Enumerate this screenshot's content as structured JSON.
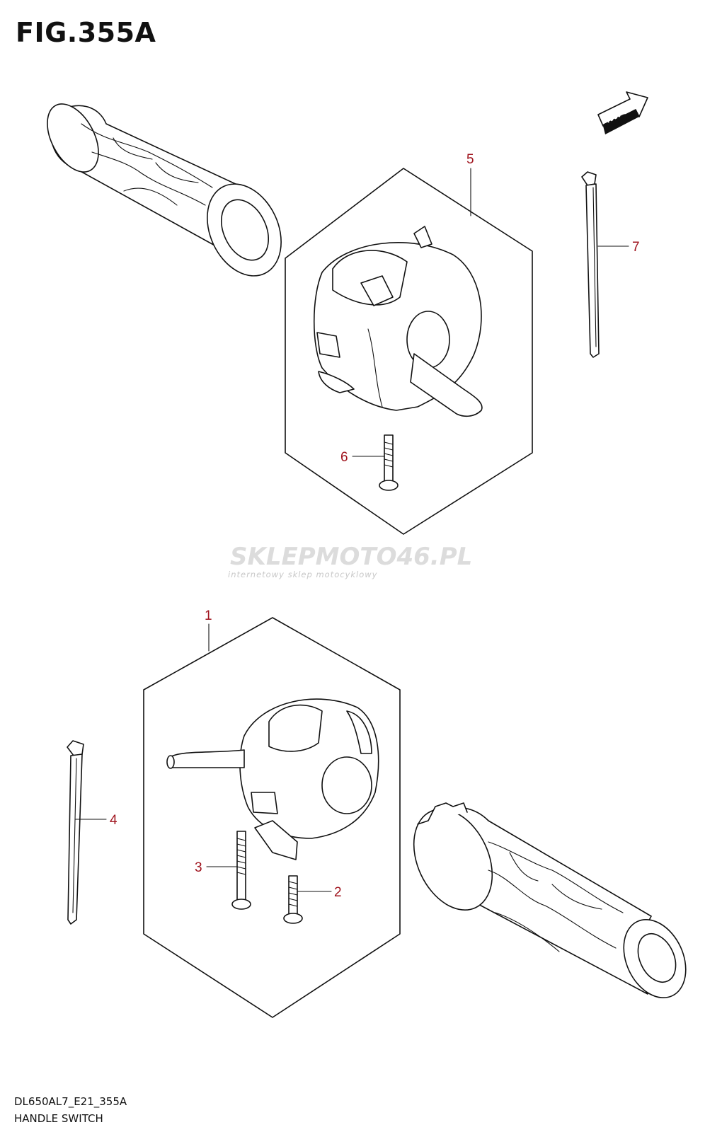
{
  "figure": {
    "title": "FIG.355A",
    "code": "DL650AL7_E21_355A",
    "name": "HANDLE SWITCH"
  },
  "callouts": [
    {
      "id": "1",
      "part": "handle-switch-left-assembly"
    },
    {
      "id": "2",
      "part": "screw-short"
    },
    {
      "id": "3",
      "part": "screw-long"
    },
    {
      "id": "4",
      "part": "cable-tie-left"
    },
    {
      "id": "5",
      "part": "handle-switch-right-assembly"
    },
    {
      "id": "6",
      "part": "screw-right"
    },
    {
      "id": "7",
      "part": "cable-tie-right"
    }
  ],
  "fwd_label": "FWD",
  "watermark": {
    "brand": "SKLEPMOTO46.PL",
    "tagline": "internetowy sklep motocyklowy"
  },
  "colors": {
    "callout": "#a0141e",
    "line": "#111111",
    "watermark": "#dcdcdc"
  }
}
